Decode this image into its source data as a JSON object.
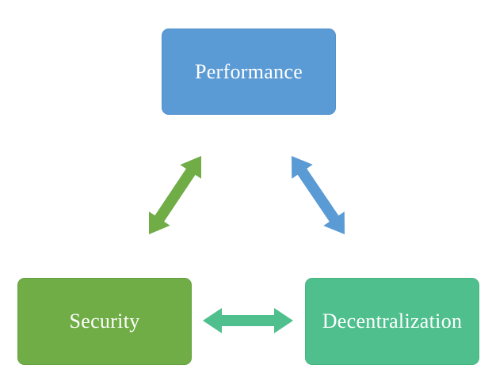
{
  "nodes": {
    "performance": {
      "label": "Performance",
      "color": "#5b9bd5",
      "border": "#5090cc"
    },
    "security": {
      "label": "Security",
      "color": "#70ad47",
      "border": "#65a13f"
    },
    "decentralization": {
      "label": "Decentralization",
      "color": "#4fc08d",
      "border": "#46b582"
    }
  },
  "arrows": {
    "security_performance": {
      "color": "#70ad47"
    },
    "performance_decentralization": {
      "color": "#5b9bd5"
    },
    "security_decentralization": {
      "color": "#4fc08d"
    }
  }
}
